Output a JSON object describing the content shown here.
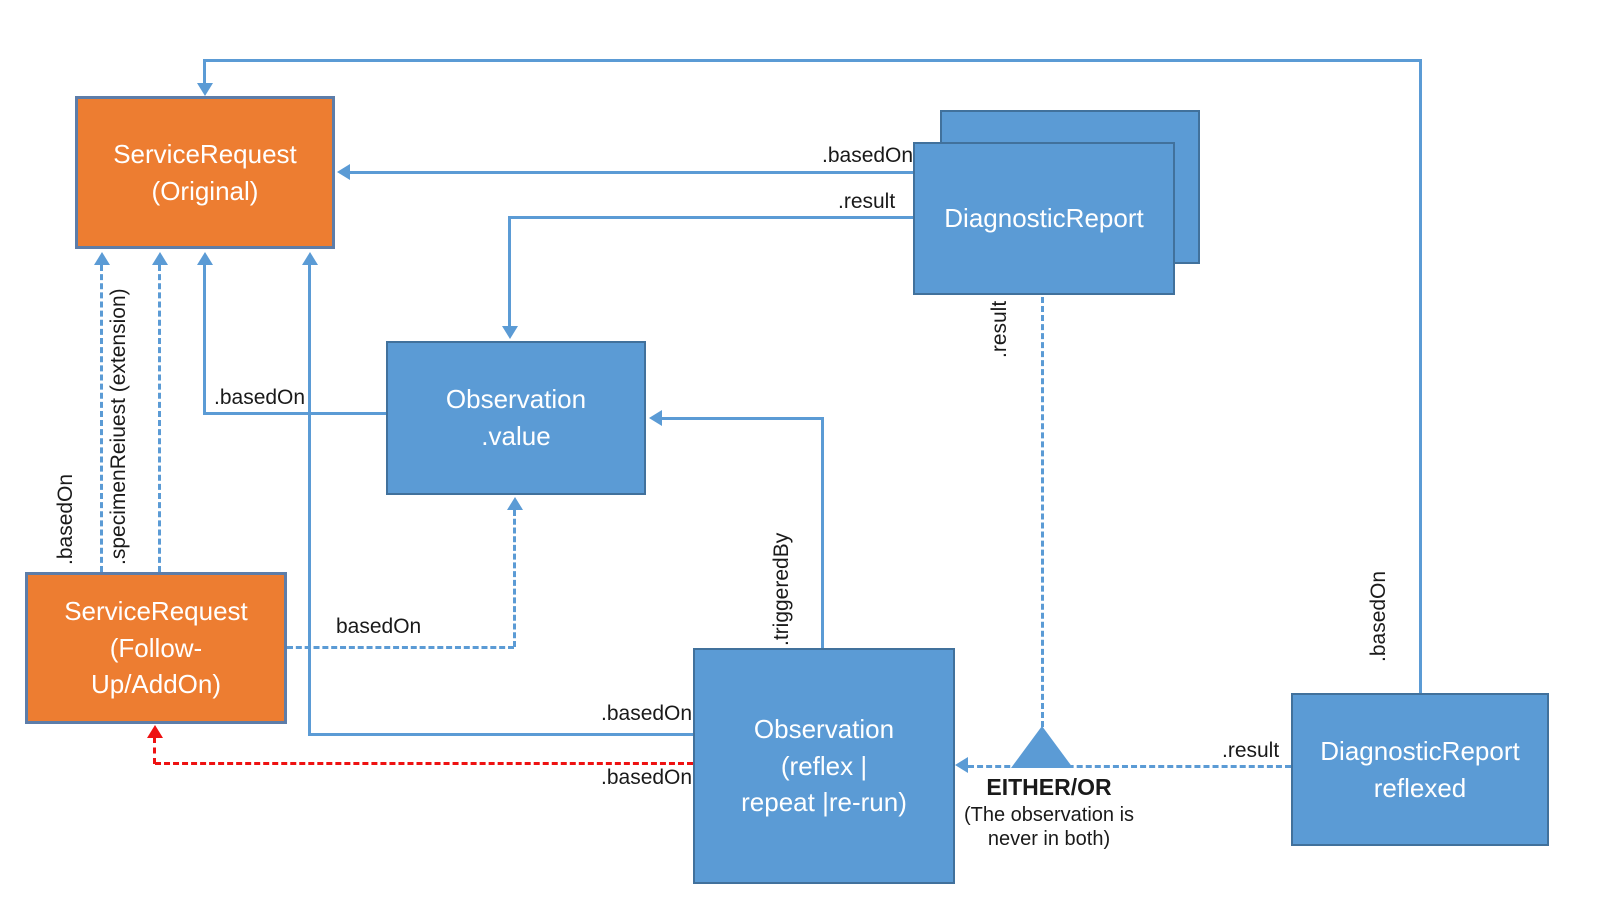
{
  "colors": {
    "orange": "#ED7D31",
    "orange_border": "#5d7da9",
    "blue": "#5B9BD5",
    "blue_border": "#41719C",
    "line": "#5B9BD5",
    "red": "#ee1111",
    "label": "#1a1a1a"
  },
  "nodes": {
    "sr_original": {
      "lines": [
        "ServiceRequest",
        "(Original)"
      ]
    },
    "sr_followup": {
      "lines": [
        "ServiceRequest",
        "(Follow-",
        "Up/AddOn)"
      ]
    },
    "obs_value": {
      "lines": [
        "Observation",
        ".value"
      ]
    },
    "diagnostic_report_back": {
      "lines": [
        "DiagnosticReport"
      ]
    },
    "diagnostic_report": {
      "lines": [
        "DiagnosticReport"
      ]
    },
    "obs_reflex": {
      "lines": [
        "Observation",
        "(reflex |",
        "repeat |re-run)"
      ]
    },
    "diagnostic_report_reflexed": {
      "lines": [
        "DiagnosticReport",
        "reflexed"
      ]
    }
  },
  "edges": {
    "dr_to_sr_basedon": ".basedOn",
    "dr_to_obsvalue_result": ".result",
    "dr_to_either_result": ".result",
    "reflexed_to_sr_basedon": ".basedOn",
    "reflexed_to_obsreflex_result": ".result",
    "obsvalue_to_sr_basedon": ".basedOn",
    "obsreflex_to_sr_basedon": ".basedOn",
    "obsreflex_to_followup_basedon_red": ".basedOn",
    "followup_to_obsvalue_basedon": "basedOn",
    "followup_to_sr_basedon": ".basedOn",
    "followup_to_sr_specimen": ".specimenReiuest (extension)",
    "obsreflex_to_obsvalue_triggeredby": ".triggeredBy"
  },
  "annotation": {
    "either_or": "EITHER/OR",
    "note_line1": "(The observation is",
    "note_line2": "never in both)"
  }
}
